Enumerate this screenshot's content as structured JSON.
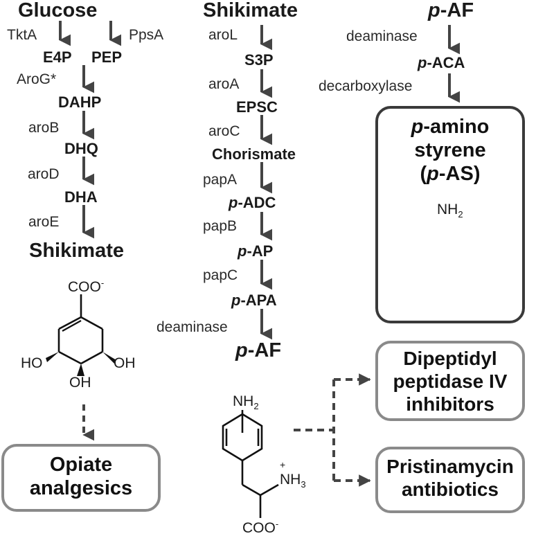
{
  "col1": {
    "glucose": "Glucose",
    "tkta": "TktA",
    "ppsa": "PpsA",
    "e4p": "E4P",
    "pep": "PEP",
    "arog": "AroG*",
    "dahp": "DAHP",
    "arob": "aroB",
    "dhq": "DHQ",
    "arod": "aroD",
    "dha": "DHA",
    "aroe": "aroE",
    "shikimate": "Shikimate",
    "coo": "COO",
    "ho_left": "HO",
    "oh_right": "OH",
    "oh_bottom": "OH",
    "box": "Opiate\nanalgesics"
  },
  "col2": {
    "shikimate": "Shikimate",
    "arol": "aroL",
    "s3p": "S3P",
    "aroa": "aroA",
    "epsc": "EPSC",
    "aroc": "aroC",
    "chorismate": "Chorismate",
    "papa": "papA",
    "padc_p": "p",
    "padc": "-ADC",
    "papb": "papB",
    "pap_p": "p",
    "pap": "-AP",
    "papc": "papC",
    "papa2_p": "p",
    "papa2": "-APA",
    "deaminase": "deaminase",
    "paf_p": "p",
    "paf": "-AF",
    "nh2": "NH",
    "nh3": "NH",
    "coo": "COO"
  },
  "col3": {
    "paf_p": "p",
    "paf": "-AF",
    "deaminase": "deaminase",
    "paca_p": "p",
    "paca": "-ACA",
    "decarboxylase": "decarboxylase",
    "box_p1": "p",
    "box_l1": "-amino",
    "box_l2": "styrene",
    "box_l3a": "(",
    "box_p2": "p",
    "box_l3b": "-AS)",
    "nh2": "NH",
    "dpp_box": "Dipeptidyl\npeptidase IV\ninhibitors",
    "prist_box": "Pristinamycin\nantibiotics"
  },
  "colors": {
    "arrow": "#444444",
    "dark_border": "#3a3a3a",
    "light_border": "#8a8a8a"
  }
}
